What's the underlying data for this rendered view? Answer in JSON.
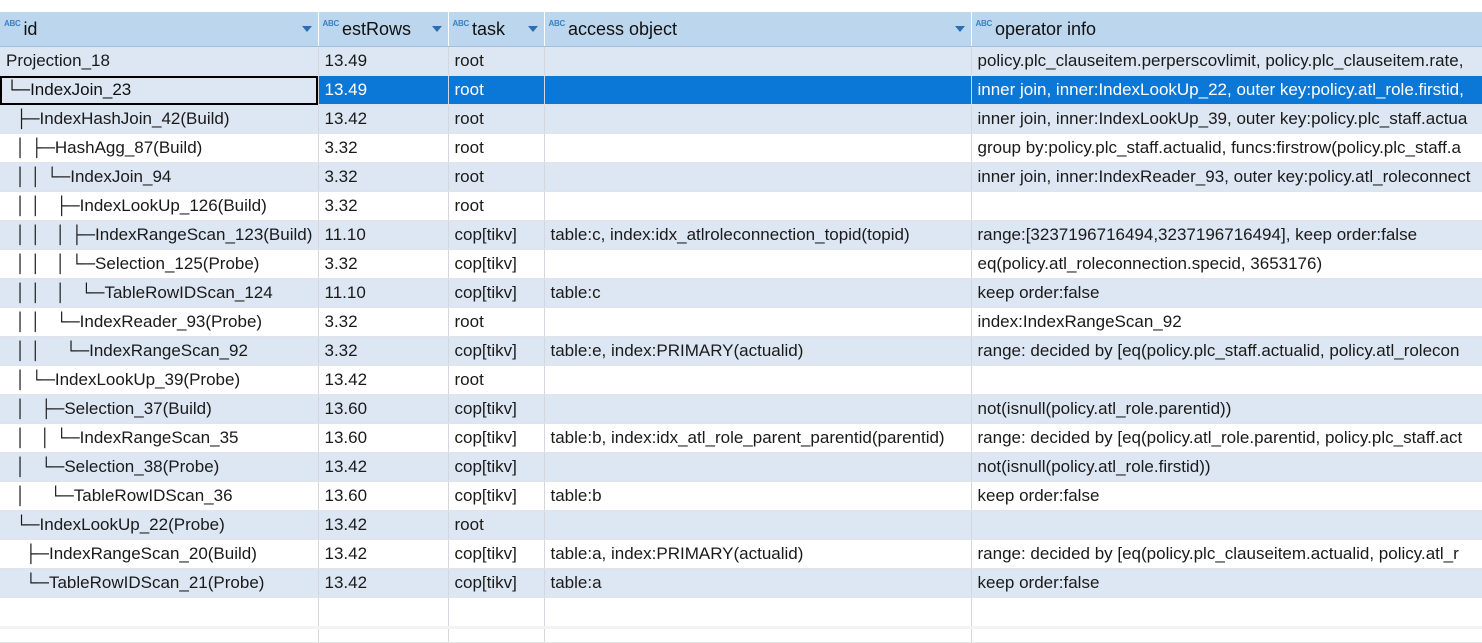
{
  "columns": [
    {
      "key": "id",
      "label": "id",
      "type_icon": "ABC"
    },
    {
      "key": "estRows",
      "label": "estRows",
      "type_icon": "ABC"
    },
    {
      "key": "task",
      "label": "task",
      "type_icon": "ABC"
    },
    {
      "key": "access",
      "label": "access object",
      "type_icon": "ABC"
    },
    {
      "key": "op",
      "label": "operator info",
      "type_icon": "ABC"
    }
  ],
  "selected_row": 1,
  "rows": [
    {
      "id": "Projection_18",
      "est": "13.49",
      "task": "root",
      "access": "",
      "op": "policy.plc_clauseitem.perperscovlimit, policy.plc_clauseitem.rate,"
    },
    {
      "id": "└─IndexJoin_23",
      "est": "13.49",
      "task": "root",
      "access": "",
      "op": "inner join, inner:IndexLookUp_22, outer key:policy.atl_role.firstid,"
    },
    {
      "id": "  ├─IndexHashJoin_42(Build)",
      "est": "13.42",
      "task": "root",
      "access": "",
      "op": "inner join, inner:IndexLookUp_39, outer key:policy.plc_staff.actua"
    },
    {
      "id": "  │ ├─HashAgg_87(Build)",
      "est": "3.32",
      "task": "root",
      "access": "",
      "op": "group by:policy.plc_staff.actualid, funcs:firstrow(policy.plc_staff.a"
    },
    {
      "id": "  │ │ └─IndexJoin_94",
      "est": "3.32",
      "task": "root",
      "access": "",
      "op": "inner join, inner:IndexReader_93, outer key:policy.atl_roleconnect"
    },
    {
      "id": "  │ │   ├─IndexLookUp_126(Build)",
      "est": "3.32",
      "task": "root",
      "access": "",
      "op": ""
    },
    {
      "id": "  │ │   │ ├─IndexRangeScan_123(Build)",
      "est": "11.10",
      "task": "cop[tikv]",
      "access": "table:c, index:idx_atlroleconnection_topid(topid)",
      "op": "range:[3237196716494,3237196716494], keep order:false"
    },
    {
      "id": "  │ │   │ └─Selection_125(Probe)",
      "est": "3.32",
      "task": "cop[tikv]",
      "access": "",
      "op": "eq(policy.atl_roleconnection.specid, 3653176)"
    },
    {
      "id": "  │ │   │   └─TableRowIDScan_124",
      "est": "11.10",
      "task": "cop[tikv]",
      "access": "table:c",
      "op": "keep order:false"
    },
    {
      "id": "  │ │   └─IndexReader_93(Probe)",
      "est": "3.32",
      "task": "root",
      "access": "",
      "op": "index:IndexRangeScan_92"
    },
    {
      "id": "  │ │     └─IndexRangeScan_92",
      "est": "3.32",
      "task": "cop[tikv]",
      "access": "table:e, index:PRIMARY(actualid)",
      "op": "range: decided by [eq(policy.plc_staff.actualid, policy.atl_rolecon"
    },
    {
      "id": "  │ └─IndexLookUp_39(Probe)",
      "est": "13.42",
      "task": "root",
      "access": "",
      "op": ""
    },
    {
      "id": "  │   ├─Selection_37(Build)",
      "est": "13.60",
      "task": "cop[tikv]",
      "access": "",
      "op": "not(isnull(policy.atl_role.parentid))"
    },
    {
      "id": "  │   │ └─IndexRangeScan_35",
      "est": "13.60",
      "task": "cop[tikv]",
      "access": "table:b, index:idx_atl_role_parent_parentid(parentid)",
      "op": "range: decided by [eq(policy.atl_role.parentid, policy.plc_staff.act"
    },
    {
      "id": "  │   └─Selection_38(Probe)",
      "est": "13.42",
      "task": "cop[tikv]",
      "access": "",
      "op": "not(isnull(policy.atl_role.firstid))"
    },
    {
      "id": "  │     └─TableRowIDScan_36",
      "est": "13.60",
      "task": "cop[tikv]",
      "access": "table:b",
      "op": "keep order:false"
    },
    {
      "id": "  └─IndexLookUp_22(Probe)",
      "est": "13.42",
      "task": "root",
      "access": "",
      "op": ""
    },
    {
      "id": "    ├─IndexRangeScan_20(Build)",
      "est": "13.42",
      "task": "cop[tikv]",
      "access": "table:a, index:PRIMARY(actualid)",
      "op": "range: decided by [eq(policy.plc_clauseitem.actualid, policy.atl_r"
    },
    {
      "id": "    └─TableRowIDScan_21(Probe)",
      "est": "13.42",
      "task": "cop[tikv]",
      "access": "table:a",
      "op": "keep order:false"
    }
  ]
}
